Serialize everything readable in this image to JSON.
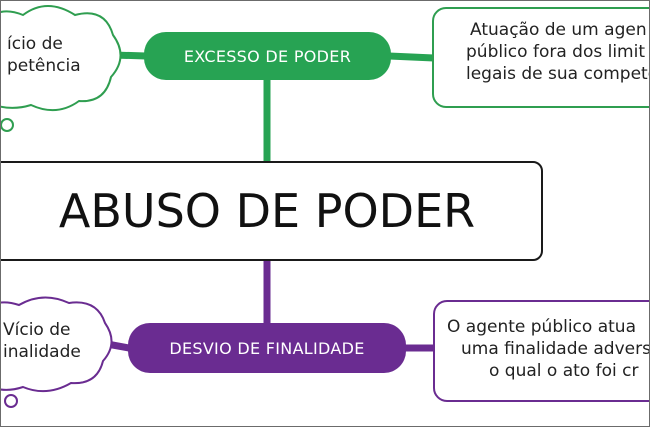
{
  "central": {
    "label": "ABUSO DE PODER"
  },
  "top_branch": {
    "label": "EXCESSO DE PODER",
    "color": "#27a353",
    "cloud_lines": [
      "ício de",
      "petência"
    ],
    "note_lines": [
      "Atuação de um agen",
      "público fora dos limit",
      "legais de sua competê"
    ]
  },
  "bottom_branch": {
    "label": "DESVIO DE FINALIDADE",
    "color": "#6a2c91",
    "cloud_lines": [
      "Vício de",
      "inalidade"
    ],
    "note_lines": [
      "O agente público atua",
      "uma finalidade advers",
      "o qual o ato foi cr"
    ]
  }
}
